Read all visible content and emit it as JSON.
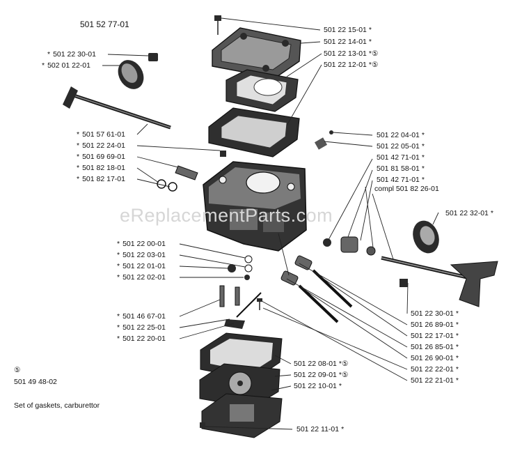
{
  "assembly_number": "501 52 77-01",
  "watermark": "eReplacementParts.com",
  "footer": {
    "symbol": "⑤",
    "kit_number": "501 49 48-02",
    "kit_text": "Set of gaskets, carburettor"
  },
  "left_labels": [
    {
      "prefix": "*",
      "part": "501 22 30-01",
      "suffix": ""
    },
    {
      "prefix": "*",
      "part": "502 01 22-01",
      "suffix": ""
    },
    {
      "prefix": "*",
      "part": "501 57 61-01",
      "suffix": ""
    },
    {
      "prefix": "*",
      "part": "501 22 24-01",
      "suffix": ""
    },
    {
      "prefix": "*",
      "part": "501 69 69-01",
      "suffix": ""
    },
    {
      "prefix": "*",
      "part": "501 82 18-01",
      "suffix": ""
    },
    {
      "prefix": "*",
      "part": "501 82 17-01",
      "suffix": ""
    },
    {
      "prefix": "*",
      "part": "501 22 00-01",
      "suffix": ""
    },
    {
      "prefix": "*",
      "part": "501 22 03-01",
      "suffix": ""
    },
    {
      "prefix": "*",
      "part": "501 22 01-01",
      "suffix": ""
    },
    {
      "prefix": "*",
      "part": "501 22 02-01",
      "suffix": ""
    },
    {
      "prefix": "*",
      "part": "501 46 67-01",
      "suffix": ""
    },
    {
      "prefix": "*",
      "part": "501 22 25-01",
      "suffix": ""
    },
    {
      "prefix": "*",
      "part": "501 22 20-01",
      "suffix": ""
    }
  ],
  "top_labels": [
    {
      "part": "501 22 15-01",
      "suffix": "*"
    },
    {
      "part": "501 22 14-01",
      "suffix": "*"
    },
    {
      "part": "501 22 13-01",
      "suffix": "*⑤"
    },
    {
      "part": "501 22 12-01",
      "suffix": "*⑤"
    }
  ],
  "right_labels": [
    {
      "part": "501 22 04-01",
      "suffix": "*"
    },
    {
      "part": "501 22 05-01",
      "suffix": "*"
    },
    {
      "part": "501 42 71-01",
      "suffix": "*"
    },
    {
      "part": "501 81 58-01",
      "suffix": "*"
    },
    {
      "part": "501 42 71-01",
      "suffix": "*"
    }
  ],
  "compl_label": "compl 501 82 26-01",
  "far_right_label": {
    "part": "501 22 32-01",
    "suffix": "*"
  },
  "lower_right_labels": [
    {
      "part": "501 22 30-01",
      "suffix": "*"
    },
    {
      "part": "501 26 89-01",
      "suffix": "*"
    },
    {
      "part": "501 22 17-01",
      "suffix": "*"
    },
    {
      "part": "501 26 85-01",
      "suffix": "*"
    },
    {
      "part": "501 26 90-01",
      "suffix": "*"
    },
    {
      "part": "501 22 22-01",
      "suffix": "*"
    },
    {
      "part": "501 22 21-01",
      "suffix": "*"
    }
  ],
  "bottom_labels": [
    {
      "part": "501 22 08-01",
      "suffix": "*⑤"
    },
    {
      "part": "501 22 09-01",
      "suffix": "*⑤"
    },
    {
      "part": "501 22 10-01",
      "suffix": "*"
    },
    {
      "part": "501 22 11-01",
      "suffix": "*"
    }
  ]
}
